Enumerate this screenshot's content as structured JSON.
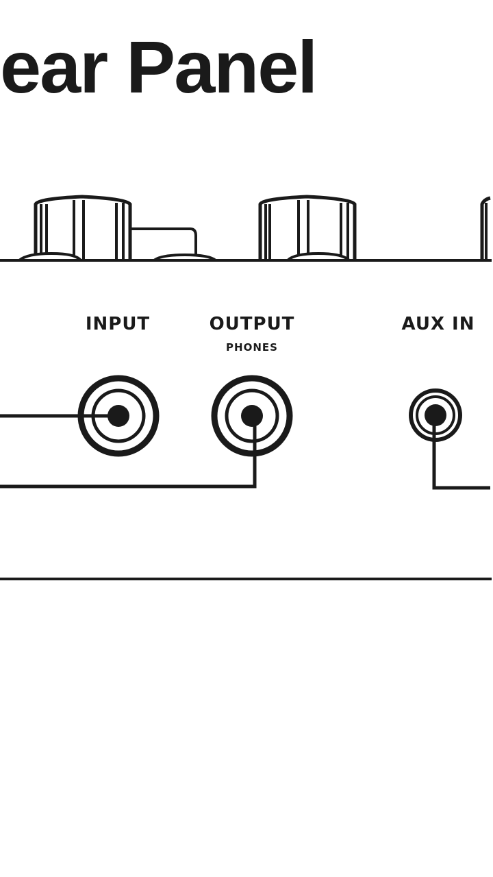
{
  "title": "Rear Panel",
  "title_visible": "ear Panel",
  "jacks": {
    "input": "INPUT",
    "output": "OUTPUT",
    "output_sub": "PHONES",
    "aux_in": "AUX IN"
  },
  "colors": {
    "ink": "#1a1a1a",
    "background": "#ffffff"
  }
}
